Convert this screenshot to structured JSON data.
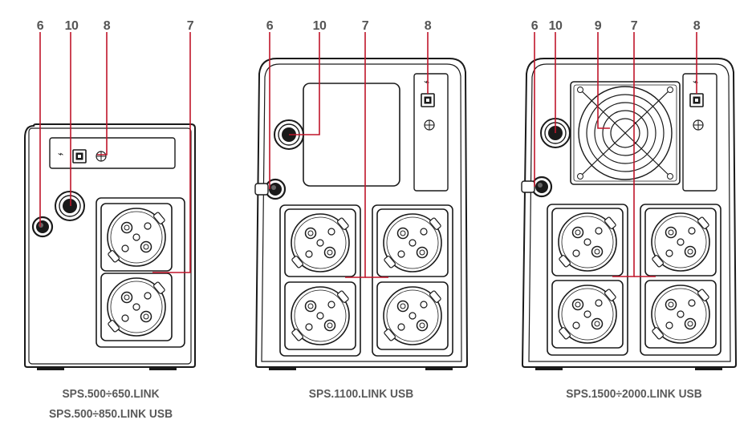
{
  "callouts": {
    "left": [
      "6",
      "10",
      "8",
      "7"
    ],
    "middle": [
      "6",
      "10",
      "7",
      "8"
    ],
    "right": [
      "6",
      "10",
      "9",
      "7",
      "8"
    ]
  },
  "captions": {
    "left_line1": "SPS.500÷650.LINK",
    "left_line2": "SPS.500÷850.LINK USB",
    "middle": "SPS.1100.LINK USB",
    "right": "SPS.1500÷2000.LINK USB"
  },
  "colors": {
    "leader": "#c0152a",
    "outline": "#1a1a1a",
    "label": "#555555"
  }
}
